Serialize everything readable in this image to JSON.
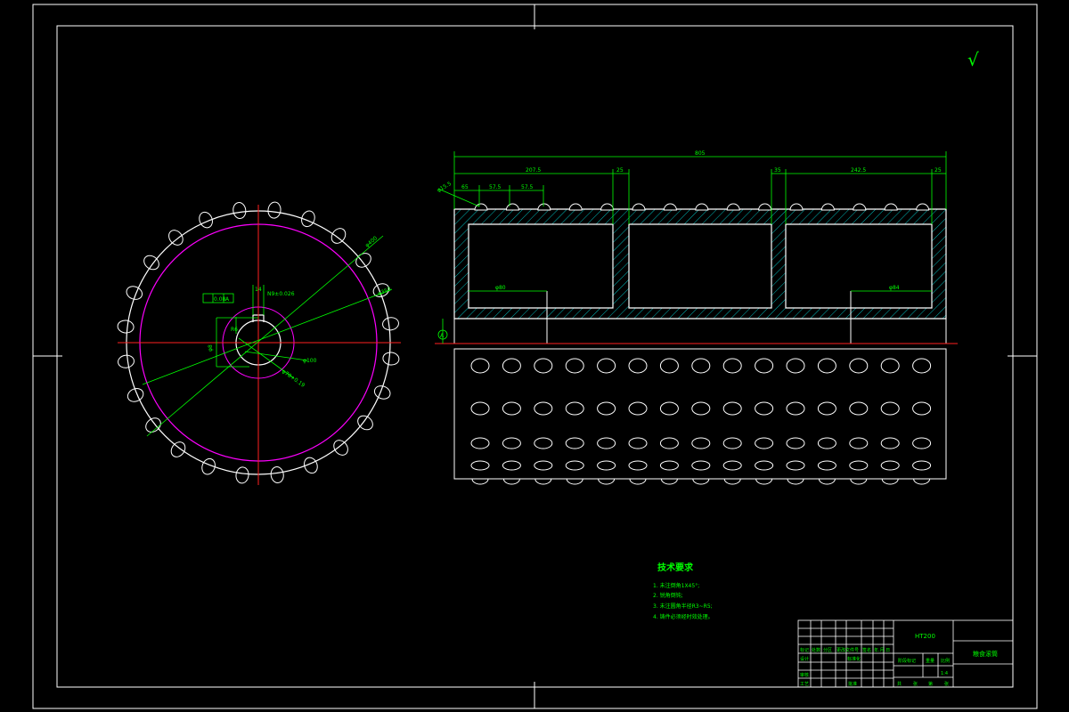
{
  "drawing": {
    "surface_finish_symbol": "√",
    "datum_label": "A",
    "colors": {
      "background": "#000000",
      "outline": "#ffffff",
      "dimension": "#00ff00",
      "centerline": "#ff2020",
      "pitch_circle": "#ff00ff",
      "hatch": "#00ffff"
    }
  },
  "end_view": {
    "dims": {
      "keyway_width": "14",
      "keyway_tol": "N9±0.026",
      "outer_dia_1": "φ400",
      "outer_dia_2": "φ350",
      "bore_dia": "φ100",
      "bore_tol": "φ78+0.19",
      "key_depth": "φ8",
      "flatness_label": "0.08",
      "flatness_datum": "A",
      "radius_label": "R6"
    }
  },
  "section_view": {
    "dims": {
      "overall": "805",
      "seg_a": "207.5",
      "seg_b": "25",
      "seg_c": "35",
      "seg_d": "242.5",
      "seg_e": "25",
      "pitch_1": "65",
      "pitch_2": "57.5",
      "pitch_3": "57.5",
      "groove_dia": "φ15.5",
      "bore_left": "φ80",
      "bore_right": "φ84"
    }
  },
  "tech_requirements": {
    "title": "技术要求",
    "items": [
      "1. 未注倒角1X45°;",
      "2. 锐角倒钝;",
      "3. 未注圆角半径R3~R5;",
      "4. 铸件必须经时效处理。"
    ]
  },
  "title_block": {
    "material": "HT200",
    "part_name": "粮食滚筒",
    "labels": [
      "标记",
      "处数",
      "分区",
      "更改文件号",
      "签名",
      "年.月.日",
      "设计",
      "标准化",
      "阶段标记",
      "重量",
      "比例",
      "审核",
      "工艺",
      "批准",
      "共",
      "张",
      "第",
      "张"
    ],
    "scale": "1:4"
  }
}
